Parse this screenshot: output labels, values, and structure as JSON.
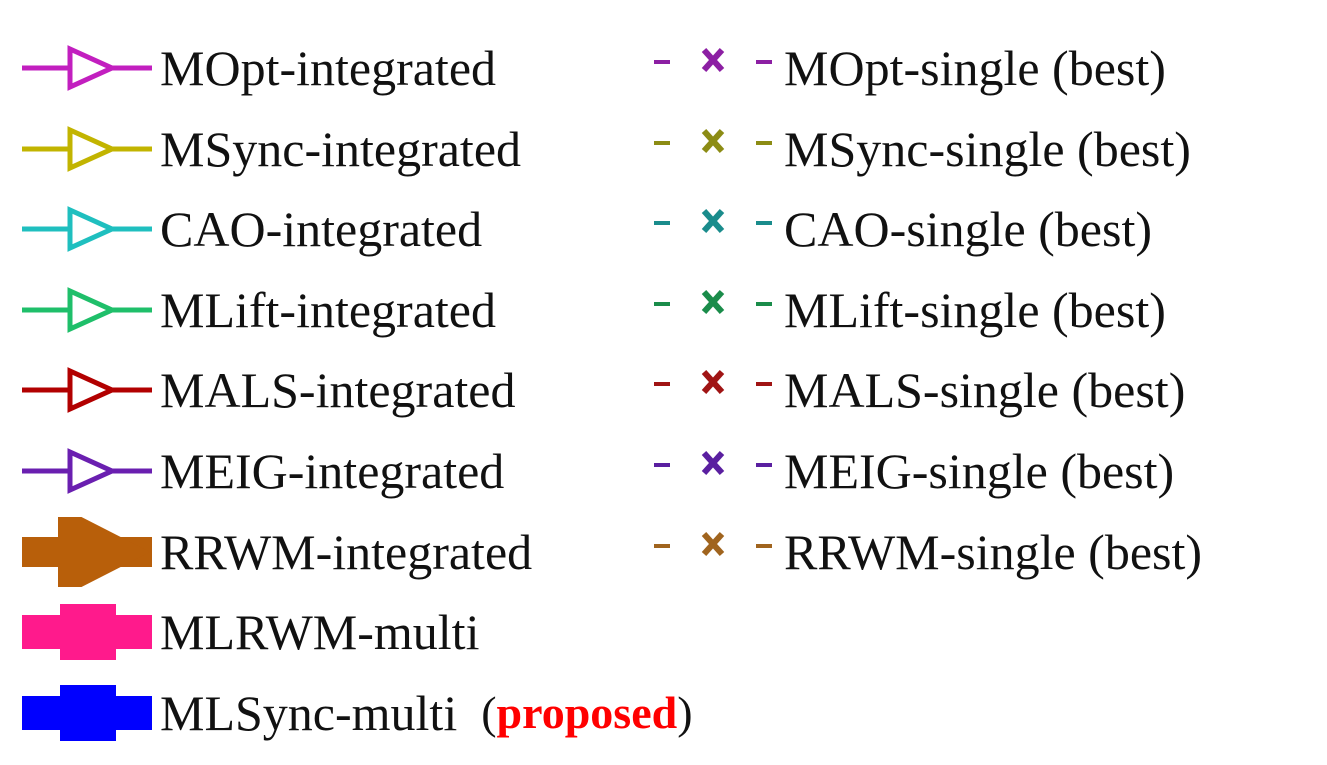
{
  "chart_data": {
    "type": "legend",
    "columns": [
      {
        "entries": [
          {
            "label": "MOpt-integrated",
            "color": "#c21fbf",
            "marker": "open-triangle",
            "line": "solid"
          },
          {
            "label": "MSync-integrated",
            "color": "#c2b400",
            "marker": "open-triangle",
            "line": "solid"
          },
          {
            "label": "CAO-integrated",
            "color": "#1fbfbf",
            "marker": "open-triangle",
            "line": "solid"
          },
          {
            "label": "MLift-integrated",
            "color": "#1fbf6a",
            "marker": "open-triangle",
            "line": "solid"
          },
          {
            "label": "MALS-integrated",
            "color": "#b20000",
            "marker": "open-triangle",
            "line": "solid"
          },
          {
            "label": "MEIG-integrated",
            "color": "#6a1fb0",
            "marker": "open-triangle",
            "line": "solid"
          },
          {
            "label": "RRWM-integrated",
            "color": "#b85f0a",
            "marker": "filled-triangle-large",
            "line": "solid-thick"
          },
          {
            "label": "MLRWM-multi",
            "color": "#ff1a8c",
            "marker": "filled-plus",
            "line": "solid-thick"
          },
          {
            "label": "MLSync-multi",
            "color": "#0000ff",
            "marker": "filled-plus",
            "line": "solid-thick",
            "note": {
              "open": "(",
              "text": "proposed",
              "close": ")",
              "text_color": "#ff0000"
            }
          }
        ]
      },
      {
        "entries": [
          {
            "label": "MOpt-single (best)",
            "color": "#8c1fa3",
            "marker": "x",
            "line": "dashed"
          },
          {
            "label": "MSync-single (best)",
            "color": "#8c8c14",
            "marker": "x",
            "line": "dashed"
          },
          {
            "label": "CAO-single (best)",
            "color": "#1a8c8c",
            "marker": "x",
            "line": "dashed"
          },
          {
            "label": "MLift-single (best)",
            "color": "#1a8c4a",
            "marker": "x",
            "line": "dashed"
          },
          {
            "label": "MALS-single (best)",
            "color": "#a01414",
            "marker": "x",
            "line": "dashed"
          },
          {
            "label": "MEIG-single (best)",
            "color": "#5a1fa0",
            "marker": "x",
            "line": "dashed"
          },
          {
            "label": "RRWM-single (best)",
            "color": "#a0641e",
            "marker": "x",
            "line": "dashed"
          }
        ]
      }
    ]
  }
}
